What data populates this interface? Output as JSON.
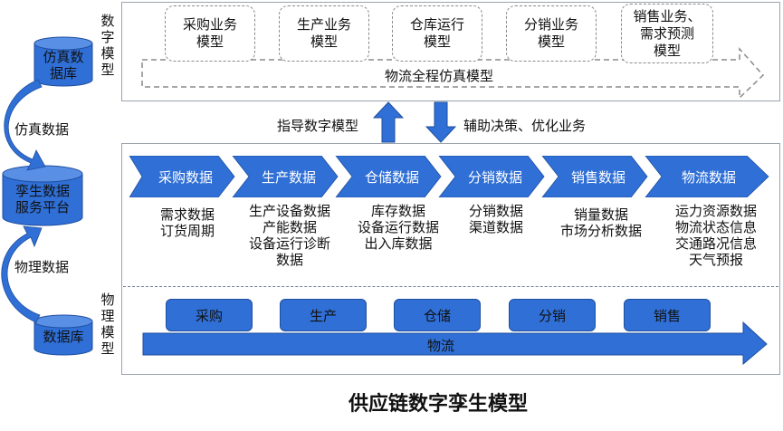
{
  "colors": {
    "blue": "#2f6fd6",
    "dark_blue": "#1f4f9e",
    "panel_border": "#9aa3ad"
  },
  "left": {
    "sim_db": "仿真数\n据库",
    "sim_data": "仿真数据",
    "twin_platform": "孪生数据\n服务平台",
    "physical_data": "物理数据",
    "db": "数据库"
  },
  "digital_model": {
    "label": "数\n字\n模\n型",
    "modules": [
      "采购业务\n模型",
      "生产业务\n模型",
      "仓库运行\n模型",
      "分销业务\n模型",
      "销售业务、\n需求预测\n模型"
    ],
    "logistics": "物流全程仿真模型"
  },
  "arrows": {
    "up": "指导数字模型",
    "down": "辅助决策、优化业务"
  },
  "data_flow": {
    "stages": [
      "采购数据",
      "生产数据",
      "仓储数据",
      "分销数据",
      "销售数据",
      "物流数据"
    ],
    "details": [
      "需求数据\n订货周期",
      "生产设备数据\n产能数据\n设备运行诊断\n数据",
      "库存数据\n设备运行数据\n出入库数据",
      "分销数据\n渠道数据",
      "销量数据\n市场分析数据",
      "运力资源数据\n物流状态信息\n交通路况信息\n天气预报"
    ]
  },
  "physical_model": {
    "label": "物\n理\n模\n型",
    "items": [
      "采购",
      "生产",
      "仓储",
      "分销",
      "销售"
    ],
    "logistics": "物流"
  },
  "title": "供应链数字孪生模型"
}
